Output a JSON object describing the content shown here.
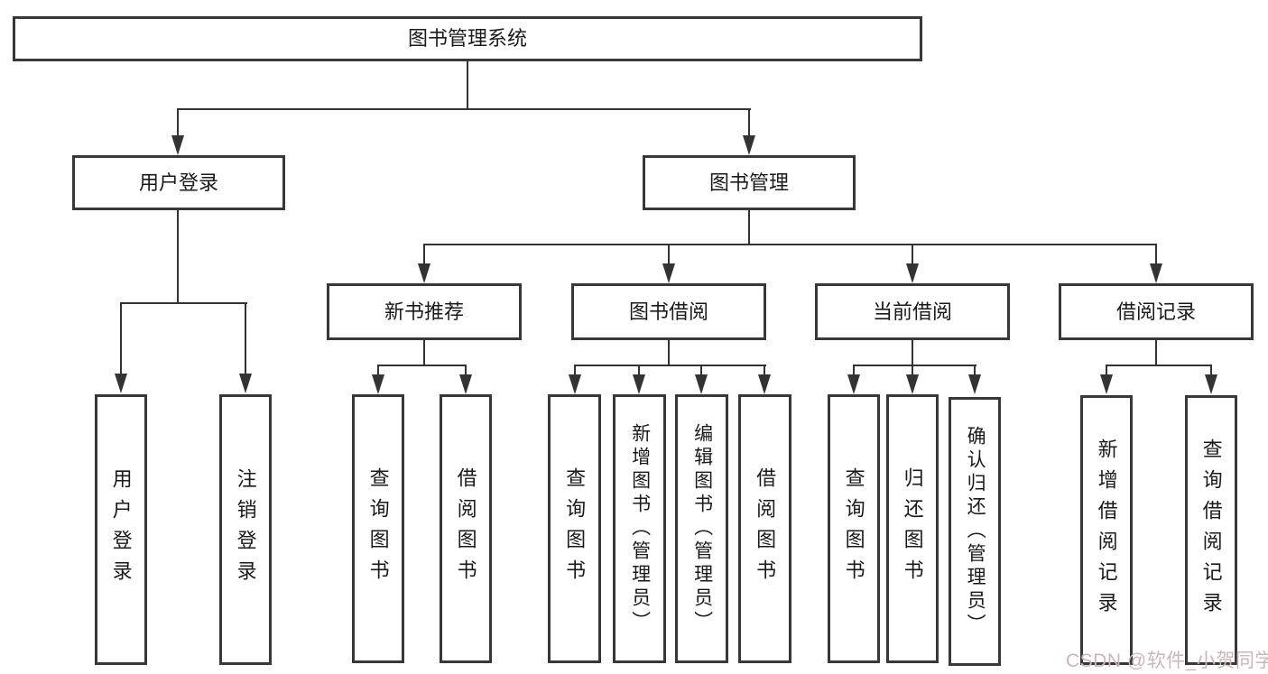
{
  "colors": {
    "line": "#333333",
    "box_border": "#383838",
    "text": "#1a1a1a",
    "background": "#ffffff",
    "watermark": "#ccb5b9"
  },
  "watermark": {
    "text": "CSDN @软件_小贺同学"
  },
  "tree": {
    "root": {
      "label": "图书管理系统"
    },
    "branches": [
      {
        "label": "用户登录",
        "children": [
          {
            "label": "用户登录"
          },
          {
            "label": "注销登录"
          }
        ]
      },
      {
        "label": "图书管理",
        "groups": [
          {
            "label": "新书推荐",
            "children": [
              {
                "label": "查询图书"
              },
              {
                "label": "借阅图书"
              }
            ]
          },
          {
            "label": "图书借阅",
            "children": [
              {
                "label": "查询图书"
              },
              {
                "label": "新增图书（管理员）"
              },
              {
                "label": "编辑图书（管理员）"
              },
              {
                "label": "借阅图书"
              }
            ]
          },
          {
            "label": "当前借阅",
            "children": [
              {
                "label": "查询图书"
              },
              {
                "label": "归还图书"
              },
              {
                "label": "确认归还（管理员）"
              }
            ]
          },
          {
            "label": "借阅记录",
            "children": [
              {
                "label": "新增借阅记录"
              },
              {
                "label": "查询借阅记录"
              }
            ]
          }
        ]
      }
    ]
  }
}
